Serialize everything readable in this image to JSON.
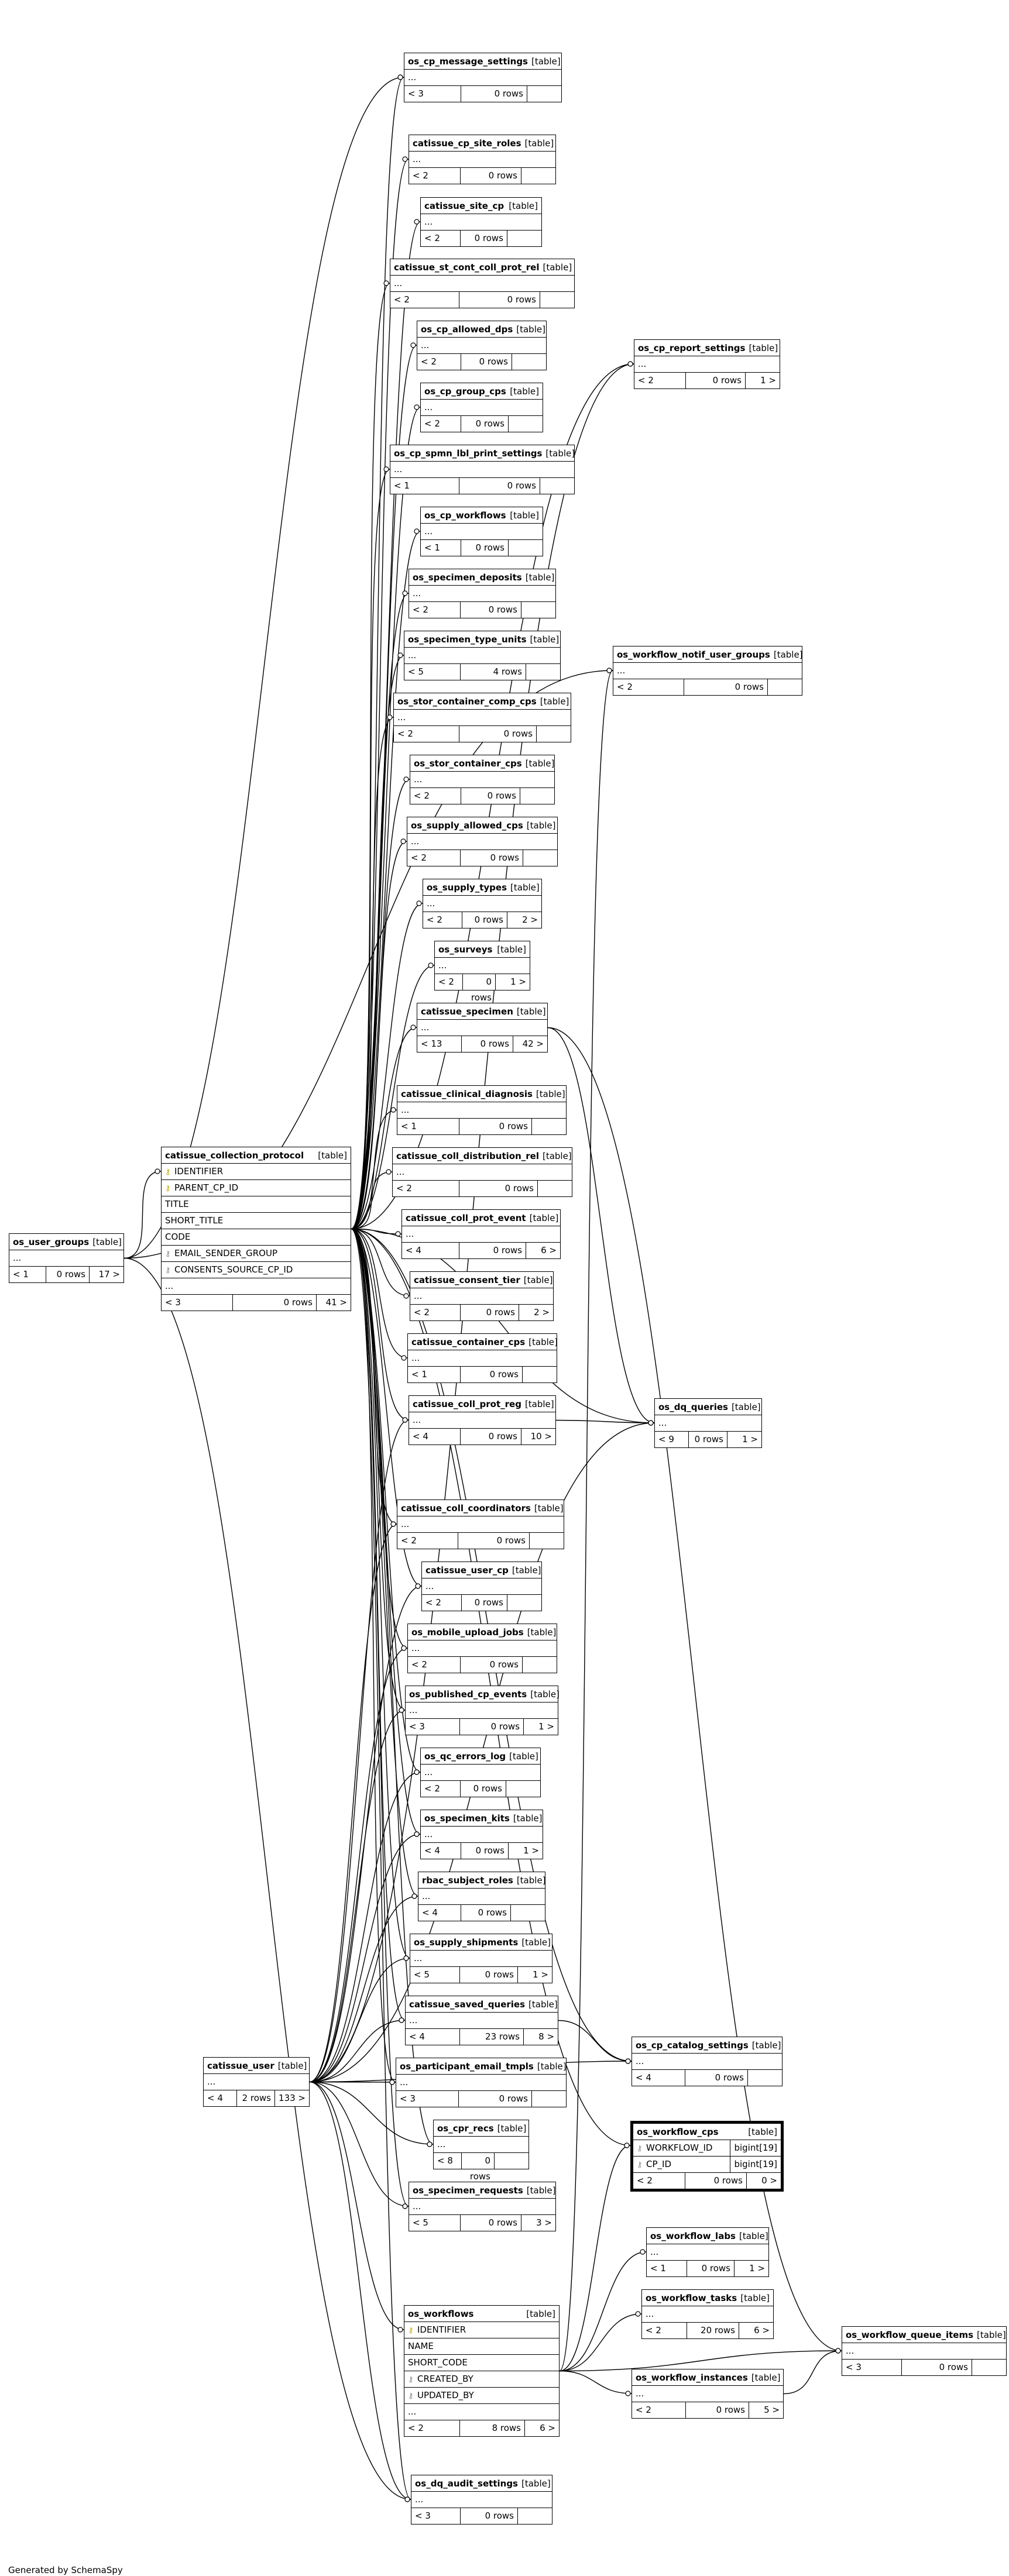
{
  "footer": {
    "generated_by": "Generated by SchemaSpy"
  },
  "tables": [
    {
      "id": "os_user_groups",
      "name": "os_user_groups",
      "kind": "[table]",
      "columns": [
        {
          "name": "..."
        }
      ],
      "parents": "< 1",
      "rows": "0 rows",
      "children": "17 >"
    },
    {
      "id": "catissue_collection_protocol",
      "name": "catissue_collection_protocol",
      "kind": "[table]",
      "columns": [
        {
          "name": "IDENTIFIER",
          "key": "pk"
        },
        {
          "name": "PARENT_CP_ID",
          "key": "pk"
        },
        {
          "name": "TITLE"
        },
        {
          "name": "SHORT_TITLE"
        },
        {
          "name": "CODE"
        },
        {
          "name": "EMAIL_SENDER_GROUP",
          "key": "fk"
        },
        {
          "name": "CONSENTS_SOURCE_CP_ID",
          "key": "fk"
        },
        {
          "name": "..."
        }
      ],
      "parents": "< 3",
      "rows": "0 rows",
      "children": "41 >"
    },
    {
      "id": "os_cp_message_settings",
      "name": "os_cp_message_settings",
      "kind": "[table]",
      "columns": [
        {
          "name": "..."
        }
      ],
      "parents": "< 3",
      "rows": "0 rows",
      "children": ""
    },
    {
      "id": "catissue_cp_site_roles",
      "name": "catissue_cp_site_roles",
      "kind": "[table]",
      "columns": [
        {
          "name": "..."
        }
      ],
      "parents": "< 2",
      "rows": "0 rows",
      "children": ""
    },
    {
      "id": "catissue_site_cp",
      "name": "catissue_site_cp",
      "kind": "[table]",
      "columns": [
        {
          "name": "..."
        }
      ],
      "parents": "< 2",
      "rows": "0 rows",
      "children": ""
    },
    {
      "id": "catissue_st_cont_coll_prot_rel",
      "name": "catissue_st_cont_coll_prot_rel",
      "kind": "[table]",
      "columns": [
        {
          "name": "..."
        }
      ],
      "parents": "< 2",
      "rows": "0 rows",
      "children": ""
    },
    {
      "id": "os_cp_allowed_dps",
      "name": "os_cp_allowed_dps",
      "kind": "[table]",
      "columns": [
        {
          "name": "..."
        }
      ],
      "parents": "< 2",
      "rows": "0 rows",
      "children": ""
    },
    {
      "id": "os_cp_group_cps",
      "name": "os_cp_group_cps",
      "kind": "[table]",
      "columns": [
        {
          "name": "..."
        }
      ],
      "parents": "< 2",
      "rows": "0 rows",
      "children": ""
    },
    {
      "id": "os_cp_spmn_lbl_print_settings",
      "name": "os_cp_spmn_lbl_print_settings",
      "kind": "[table]",
      "columns": [
        {
          "name": "..."
        }
      ],
      "parents": "< 1",
      "rows": "0 rows",
      "children": ""
    },
    {
      "id": "os_cp_workflows",
      "name": "os_cp_workflows",
      "kind": "[table]",
      "columns": [
        {
          "name": "..."
        }
      ],
      "parents": "< 1",
      "rows": "0 rows",
      "children": ""
    },
    {
      "id": "os_specimen_deposits",
      "name": "os_specimen_deposits",
      "kind": "[table]",
      "columns": [
        {
          "name": "..."
        }
      ],
      "parents": "< 2",
      "rows": "0 rows",
      "children": ""
    },
    {
      "id": "os_specimen_type_units",
      "name": "os_specimen_type_units",
      "kind": "[table]",
      "columns": [
        {
          "name": "..."
        }
      ],
      "parents": "< 5",
      "rows": "4 rows",
      "children": ""
    },
    {
      "id": "os_stor_container_comp_cps",
      "name": "os_stor_container_comp_cps",
      "kind": "[table]",
      "columns": [
        {
          "name": "..."
        }
      ],
      "parents": "< 2",
      "rows": "0 rows",
      "children": ""
    },
    {
      "id": "os_stor_container_cps",
      "name": "os_stor_container_cps",
      "kind": "[table]",
      "columns": [
        {
          "name": "..."
        }
      ],
      "parents": "< 2",
      "rows": "0 rows",
      "children": ""
    },
    {
      "id": "os_supply_allowed_cps",
      "name": "os_supply_allowed_cps",
      "kind": "[table]",
      "columns": [
        {
          "name": "..."
        }
      ],
      "parents": "< 2",
      "rows": "0 rows",
      "children": ""
    },
    {
      "id": "os_supply_types",
      "name": "os_supply_types",
      "kind": "[table]",
      "columns": [
        {
          "name": "..."
        }
      ],
      "parents": "< 2",
      "rows": "0 rows",
      "children": "2 >"
    },
    {
      "id": "os_surveys",
      "name": "os_surveys",
      "kind": "[table]",
      "columns": [
        {
          "name": "..."
        }
      ],
      "parents": "< 2",
      "rows": "0 rows",
      "children": "1 >"
    },
    {
      "id": "catissue_specimen",
      "name": "catissue_specimen",
      "kind": "[table]",
      "columns": [
        {
          "name": "..."
        }
      ],
      "parents": "< 13",
      "rows": "0 rows",
      "children": "42 >"
    },
    {
      "id": "catissue_clinical_diagnosis",
      "name": "catissue_clinical_diagnosis",
      "kind": "[table]",
      "columns": [
        {
          "name": "..."
        }
      ],
      "parents": "< 1",
      "rows": "0 rows",
      "children": ""
    },
    {
      "id": "catissue_coll_distribution_rel",
      "name": "catissue_coll_distribution_rel",
      "kind": "[table]",
      "columns": [
        {
          "name": "..."
        }
      ],
      "parents": "< 2",
      "rows": "0 rows",
      "children": ""
    },
    {
      "id": "catissue_coll_prot_event",
      "name": "catissue_coll_prot_event",
      "kind": "[table]",
      "columns": [
        {
          "name": "..."
        }
      ],
      "parents": "< 4",
      "rows": "0 rows",
      "children": "6 >"
    },
    {
      "id": "catissue_consent_tier",
      "name": "catissue_consent_tier",
      "kind": "[table]",
      "columns": [
        {
          "name": "..."
        }
      ],
      "parents": "< 2",
      "rows": "0 rows",
      "children": "2 >"
    },
    {
      "id": "catissue_container_cps",
      "name": "catissue_container_cps",
      "kind": "[table]",
      "columns": [
        {
          "name": "..."
        }
      ],
      "parents": "< 1",
      "rows": "0 rows",
      "children": ""
    },
    {
      "id": "catissue_coll_prot_reg",
      "name": "catissue_coll_prot_reg",
      "kind": "[table]",
      "columns": [
        {
          "name": "..."
        }
      ],
      "parents": "< 4",
      "rows": "0 rows",
      "children": "10 >"
    },
    {
      "id": "catissue_coll_coordinators",
      "name": "catissue_coll_coordinators",
      "kind": "[table]",
      "columns": [
        {
          "name": "..."
        }
      ],
      "parents": "< 2",
      "rows": "0 rows",
      "children": ""
    },
    {
      "id": "catissue_user_cp",
      "name": "catissue_user_cp",
      "kind": "[table]",
      "columns": [
        {
          "name": "..."
        }
      ],
      "parents": "< 2",
      "rows": "0 rows",
      "children": ""
    },
    {
      "id": "os_mobile_upload_jobs",
      "name": "os_mobile_upload_jobs",
      "kind": "[table]",
      "columns": [
        {
          "name": "..."
        }
      ],
      "parents": "< 2",
      "rows": "0 rows",
      "children": ""
    },
    {
      "id": "os_published_cp_events",
      "name": "os_published_cp_events",
      "kind": "[table]",
      "columns": [
        {
          "name": "..."
        }
      ],
      "parents": "< 3",
      "rows": "0 rows",
      "children": "1 >"
    },
    {
      "id": "os_qc_errors_log",
      "name": "os_qc_errors_log",
      "kind": "[table]",
      "columns": [
        {
          "name": "..."
        }
      ],
      "parents": "< 2",
      "rows": "0 rows",
      "children": ""
    },
    {
      "id": "os_specimen_kits",
      "name": "os_specimen_kits",
      "kind": "[table]",
      "columns": [
        {
          "name": "..."
        }
      ],
      "parents": "< 4",
      "rows": "0 rows",
      "children": "1 >"
    },
    {
      "id": "rbac_subject_roles",
      "name": "rbac_subject_roles",
      "kind": "[table]",
      "columns": [
        {
          "name": "..."
        }
      ],
      "parents": "< 4",
      "rows": "0 rows",
      "children": ""
    },
    {
      "id": "os_supply_shipments",
      "name": "os_supply_shipments",
      "kind": "[table]",
      "columns": [
        {
          "name": "..."
        }
      ],
      "parents": "< 5",
      "rows": "0 rows",
      "children": "1 >"
    },
    {
      "id": "catissue_saved_queries",
      "name": "catissue_saved_queries",
      "kind": "[table]",
      "columns": [
        {
          "name": "..."
        }
      ],
      "parents": "< 4",
      "rows": "23 rows",
      "children": "8 >"
    },
    {
      "id": "os_participant_email_tmpls",
      "name": "os_participant_email_tmpls",
      "kind": "[table]",
      "columns": [
        {
          "name": "..."
        }
      ],
      "parents": "< 3",
      "rows": "0 rows",
      "children": ""
    },
    {
      "id": "os_cpr_recs",
      "name": "os_cpr_recs",
      "kind": "[table]",
      "columns": [
        {
          "name": "..."
        }
      ],
      "parents": "< 8",
      "rows": "0 rows",
      "children": ""
    },
    {
      "id": "os_specimen_requests",
      "name": "os_specimen_requests",
      "kind": "[table]",
      "columns": [
        {
          "name": "..."
        }
      ],
      "parents": "< 5",
      "rows": "0 rows",
      "children": "3 >"
    },
    {
      "id": "catissue_user",
      "name": "catissue_user",
      "kind": "[table]",
      "columns": [
        {
          "name": "..."
        }
      ],
      "parents": "< 4",
      "rows": "2 rows",
      "children": "133 >"
    },
    {
      "id": "os_workflows",
      "name": "os_workflows",
      "kind": "[table]",
      "columns": [
        {
          "name": "IDENTIFIER",
          "key": "pk"
        },
        {
          "name": "NAME"
        },
        {
          "name": "SHORT_CODE"
        },
        {
          "name": "CREATED_BY",
          "key": "fk"
        },
        {
          "name": "UPDATED_BY",
          "key": "fk"
        },
        {
          "name": "..."
        }
      ],
      "parents": "< 2",
      "rows": "8 rows",
      "children": "6 >"
    },
    {
      "id": "os_dq_audit_settings",
      "name": "os_dq_audit_settings",
      "kind": "[table]",
      "columns": [
        {
          "name": "..."
        }
      ],
      "parents": "< 3",
      "rows": "0 rows",
      "children": ""
    },
    {
      "id": "os_cp_report_settings",
      "name": "os_cp_report_settings",
      "kind": "[table]",
      "columns": [
        {
          "name": "..."
        }
      ],
      "parents": "< 2",
      "rows": "0 rows",
      "children": "1 >"
    },
    {
      "id": "os_workflow_notif_user_groups",
      "name": "os_workflow_notif_user_groups",
      "kind": "[table]",
      "columns": [
        {
          "name": "..."
        }
      ],
      "parents": "< 2",
      "rows": "0 rows",
      "children": ""
    },
    {
      "id": "os_dq_queries",
      "name": "os_dq_queries",
      "kind": "[table]",
      "columns": [
        {
          "name": "..."
        }
      ],
      "parents": "< 9",
      "rows": "0 rows",
      "children": "1 >"
    },
    {
      "id": "os_cp_catalog_settings",
      "name": "os_cp_catalog_settings",
      "kind": "[table]",
      "columns": [
        {
          "name": "..."
        }
      ],
      "parents": "< 4",
      "rows": "0 rows",
      "children": ""
    },
    {
      "id": "os_workflow_cps",
      "name": "os_workflow_cps",
      "kind": "[table]",
      "focus": true,
      "columns": [
        {
          "name": "WORKFLOW_ID",
          "key": "fk",
          "type": "bigint[19]"
        },
        {
          "name": "CP_ID",
          "key": "fk",
          "type": "bigint[19]"
        }
      ],
      "parents": "< 2",
      "rows": "0 rows",
      "children": "0 >"
    },
    {
      "id": "os_workflow_labs",
      "name": "os_workflow_labs",
      "kind": "[table]",
      "columns": [
        {
          "name": "..."
        }
      ],
      "parents": "< 1",
      "rows": "0 rows",
      "children": "1 >"
    },
    {
      "id": "os_workflow_tasks",
      "name": "os_workflow_tasks",
      "kind": "[table]",
      "columns": [
        {
          "name": "..."
        }
      ],
      "parents": "< 2",
      "rows": "20 rows",
      "children": "6 >"
    },
    {
      "id": "os_workflow_instances",
      "name": "os_workflow_instances",
      "kind": "[table]",
      "columns": [
        {
          "name": "..."
        }
      ],
      "parents": "< 2",
      "rows": "0 rows",
      "children": "5 >"
    },
    {
      "id": "os_workflow_queue_items",
      "name": "os_workflow_queue_items",
      "kind": "[table]",
      "columns": [
        {
          "name": "..."
        }
      ],
      "parents": "< 3",
      "rows": "0 rows",
      "children": ""
    }
  ],
  "relationships": [
    [
      "catissue_collection_protocol",
      "os_cp_message_settings"
    ],
    [
      "catissue_collection_protocol",
      "catissue_cp_site_roles"
    ],
    [
      "catissue_collection_protocol",
      "catissue_site_cp"
    ],
    [
      "catissue_collection_protocol",
      "catissue_st_cont_coll_prot_rel"
    ],
    [
      "catissue_collection_protocol",
      "os_cp_allowed_dps"
    ],
    [
      "catissue_collection_protocol",
      "os_cp_group_cps"
    ],
    [
      "catissue_collection_protocol",
      "os_cp_spmn_lbl_print_settings"
    ],
    [
      "catissue_collection_protocol",
      "os_cp_workflows"
    ],
    [
      "catissue_collection_protocol",
      "os_specimen_deposits"
    ],
    [
      "catissue_collection_protocol",
      "os_specimen_type_units"
    ],
    [
      "catissue_collection_protocol",
      "os_stor_container_comp_cps"
    ],
    [
      "catissue_collection_protocol",
      "os_stor_container_cps"
    ],
    [
      "catissue_collection_protocol",
      "os_supply_allowed_cps"
    ],
    [
      "catissue_collection_protocol",
      "os_supply_types"
    ],
    [
      "catissue_collection_protocol",
      "os_surveys"
    ],
    [
      "catissue_collection_protocol",
      "catissue_specimen"
    ],
    [
      "catissue_collection_protocol",
      "catissue_clinical_diagnosis"
    ],
    [
      "catissue_collection_protocol",
      "catissue_coll_distribution_rel"
    ],
    [
      "catissue_collection_protocol",
      "catissue_coll_prot_event"
    ],
    [
      "catissue_collection_protocol",
      "catissue_consent_tier"
    ],
    [
      "catissue_collection_protocol",
      "catissue_container_cps"
    ],
    [
      "catissue_collection_protocol",
      "catissue_coll_prot_reg"
    ],
    [
      "catissue_collection_protocol",
      "catissue_coll_coordinators"
    ],
    [
      "catissue_collection_protocol",
      "catissue_user_cp"
    ],
    [
      "catissue_collection_protocol",
      "os_mobile_upload_jobs"
    ],
    [
      "catissue_collection_protocol",
      "os_published_cp_events"
    ],
    [
      "catissue_collection_protocol",
      "os_qc_errors_log"
    ],
    [
      "catissue_collection_protocol",
      "os_specimen_kits"
    ],
    [
      "catissue_collection_protocol",
      "rbac_subject_roles"
    ],
    [
      "catissue_collection_protocol",
      "os_supply_shipments"
    ],
    [
      "catissue_collection_protocol",
      "catissue_saved_queries"
    ],
    [
      "catissue_collection_protocol",
      "os_participant_email_tmpls"
    ],
    [
      "catissue_collection_protocol",
      "os_cpr_recs"
    ],
    [
      "catissue_collection_protocol",
      "os_specimen_requests"
    ],
    [
      "catissue_collection_protocol",
      "os_cp_report_settings"
    ],
    [
      "catissue_collection_protocol",
      "os_dq_queries"
    ],
    [
      "catissue_collection_protocol",
      "os_cp_catalog_settings"
    ],
    [
      "catissue_collection_protocol",
      "os_workflow_cps"
    ],
    [
      "catissue_collection_protocol",
      "os_dq_audit_settings"
    ],
    [
      "os_user_groups",
      "catissue_collection_protocol"
    ],
    [
      "os_user_groups",
      "os_cp_message_settings"
    ],
    [
      "os_user_groups",
      "os_dq_audit_settings"
    ],
    [
      "os_user_groups",
      "os_workflow_notif_user_groups"
    ],
    [
      "catissue_user",
      "catissue_coll_coordinators"
    ],
    [
      "catissue_user",
      "catissue_user_cp"
    ],
    [
      "catissue_user",
      "os_mobile_upload_jobs"
    ],
    [
      "catissue_user",
      "os_published_cp_events"
    ],
    [
      "catissue_user",
      "os_qc_errors_log"
    ],
    [
      "catissue_user",
      "os_specimen_kits"
    ],
    [
      "catissue_user",
      "rbac_subject_roles"
    ],
    [
      "catissue_user",
      "os_supply_shipments"
    ],
    [
      "catissue_user",
      "catissue_saved_queries"
    ],
    [
      "catissue_user",
      "os_participant_email_tmpls"
    ],
    [
      "catissue_user",
      "os_cpr_recs"
    ],
    [
      "catissue_user",
      "os_specimen_requests"
    ],
    [
      "catissue_user",
      "os_workflows"
    ],
    [
      "catissue_user",
      "os_dq_audit_settings"
    ],
    [
      "catissue_user",
      "os_cp_catalog_settings"
    ],
    [
      "catissue_user",
      "os_dq_queries"
    ],
    [
      "catissue_user",
      "catissue_coll_prot_reg"
    ],
    [
      "catissue_user",
      "os_cp_report_settings"
    ],
    [
      "os_workflows",
      "os_workflow_cps"
    ],
    [
      "os_workflows",
      "os_workflow_labs"
    ],
    [
      "os_workflows",
      "os_workflow_tasks"
    ],
    [
      "os_workflows",
      "os_workflow_instances"
    ],
    [
      "os_workflows",
      "os_workflow_queue_items"
    ],
    [
      "os_workflows",
      "os_workflow_notif_user_groups"
    ],
    [
      "os_workflow_instances",
      "os_workflow_queue_items"
    ],
    [
      "catissue_specimen",
      "os_dq_queries"
    ],
    [
      "catissue_specimen",
      "os_workflow_queue_items"
    ],
    [
      "catissue_coll_prot_reg",
      "os_dq_queries"
    ],
    [
      "catissue_saved_queries",
      "os_cp_catalog_settings"
    ]
  ]
}
